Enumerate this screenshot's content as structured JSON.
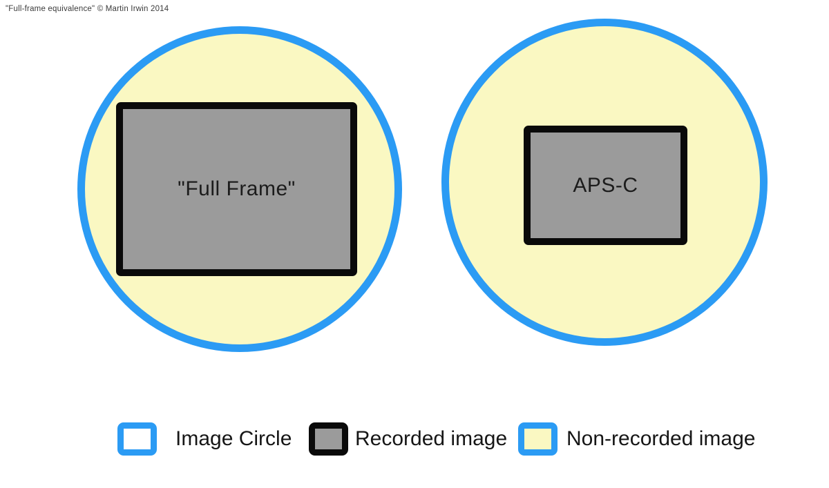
{
  "credit": "\"Full-frame equivalence\" © Martin Irwin 2014",
  "diagram": {
    "title_hint": "Comparison of recorded sensor area within the lens image circle",
    "left": {
      "circle_name": "full-frame image circle",
      "rect_label": "\"Full Frame\""
    },
    "right": {
      "circle_name": "aps-c image circle",
      "rect_label": "APS-C"
    }
  },
  "legend": {
    "items": [
      {
        "label": "Image Circle",
        "swatch": "blue-outline-white-fill"
      },
      {
        "label": "Recorded image",
        "swatch": "black-outline-gray-fill"
      },
      {
        "label": "Non-recorded image",
        "swatch": "blue-outline-yellow-fill"
      }
    ]
  },
  "colors": {
    "blue": "#2b9bf4",
    "yellow": "#faf8c2",
    "gray": "#9b9b9b",
    "black": "#0a0a0a",
    "bg": "#ffffff"
  }
}
